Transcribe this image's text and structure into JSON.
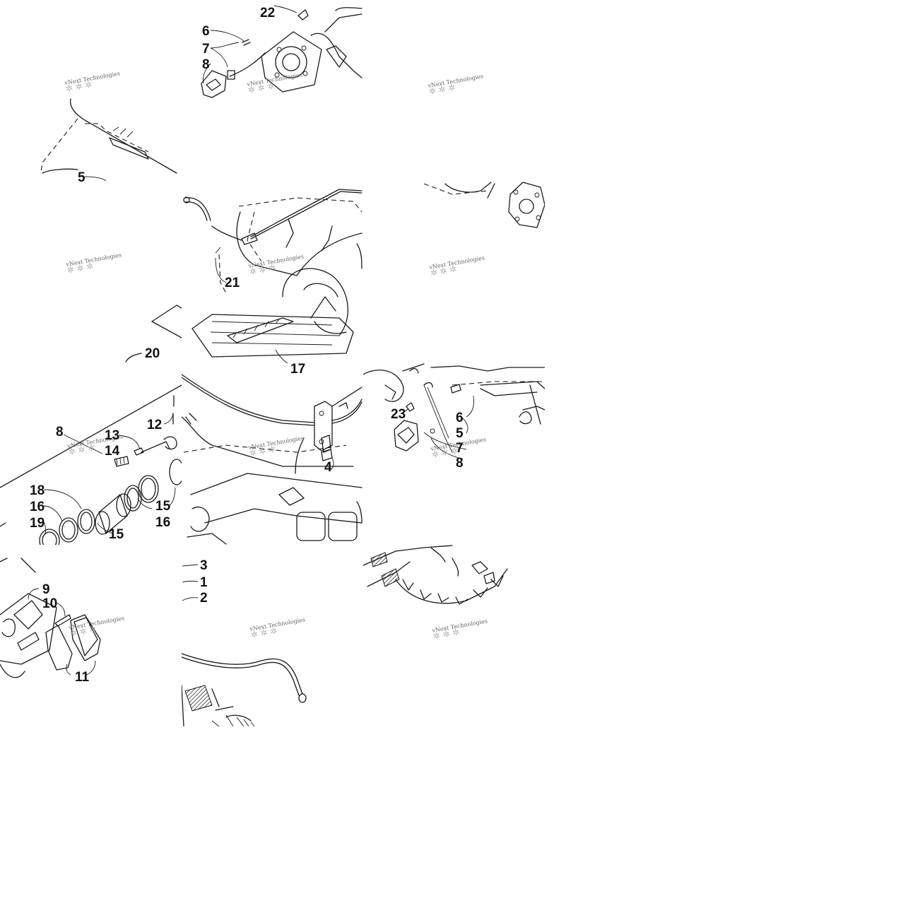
{
  "diagram": {
    "watermark_text": "vNext Technologies",
    "callouts": {
      "t_22": "22",
      "t_6a": "6",
      "t_7a": "7",
      "t_8a": "8",
      "t_5a": "5",
      "t_21": "21",
      "t_20": "20",
      "t_17": "17",
      "t_8b": "8",
      "t_13": "13",
      "t_14": "14",
      "t_12": "12",
      "t_18": "18",
      "t_16a": "16",
      "t_19": "19",
      "t_15a": "15",
      "t_15b": "15",
      "t_16b": "16",
      "t_4": "4",
      "t_23": "23",
      "t_6b": "6",
      "t_5b": "5",
      "t_7b": "7",
      "t_8c": "8",
      "t_9": "9",
      "t_10": "10",
      "t_11": "11",
      "t_3": "3",
      "t_1": "1",
      "t_2": "2"
    }
  }
}
